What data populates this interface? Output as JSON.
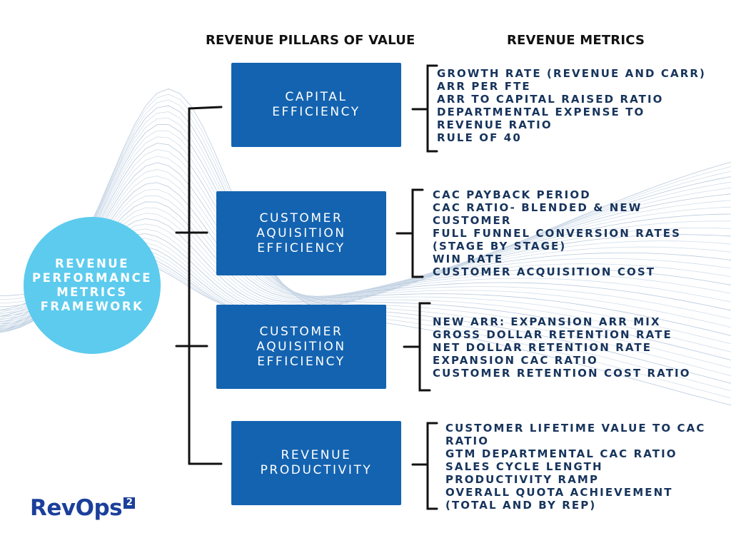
{
  "headers": {
    "pillars": "REVENUE PILLARS OF VALUE",
    "metrics": "REVENUE METRICS"
  },
  "hub": {
    "label": "REVENUE\nPERFORMANCE\nMETRICS\nFRAMEWORK"
  },
  "pillars": [
    {
      "label": "CAPITAL\nEFFICIENCY",
      "metrics": [
        "GROWTH RATE (REVENUE AND CARR)",
        "ARR PER FTE",
        "ARR TO CAPITAL RAISED RATIO",
        "DEPARTMENTAL EXPENSE TO",
        "REVENUE RATIO",
        "RULE OF 40"
      ]
    },
    {
      "label": "CUSTOMER\nAQUISITION\nEFFICIENCY",
      "metrics": [
        "CAC PAYBACK PERIOD",
        "CAC RATIO- BLENDED & NEW",
        "CUSTOMER",
        "FULL FUNNEL CONVERSION RATES",
        "(STAGE BY STAGE)",
        "WIN RATE",
        "CUSTOMER ACQUISITION COST"
      ]
    },
    {
      "label": "CUSTOMER\nAQUISITION\nEFFICIENCY",
      "metrics": [
        "NEW ARR: EXPANSION ARR MIX",
        "GROSS DOLLAR RETENTION RATE",
        "NET DOLLAR RETENTION RATE",
        "EXPANSION CAC RATIO",
        "CUSTOMER RETENTION COST RATIO"
      ]
    },
    {
      "label": "REVENUE\nPRODUCTIVITY",
      "metrics": [
        "CUSTOMER LIFETIME VALUE TO CAC",
        "RATIO",
        "GTM DEPARTMENTAL CAC RATIO",
        "SALES CYCLE LENGTH",
        "PRODUCTIVITY RAMP",
        "OVERALL QUOTA ACHIEVEMENT",
        "(TOTAL AND BY REP)"
      ]
    }
  ],
  "logo": {
    "text": "RevOps",
    "superscript": "2"
  },
  "colors": {
    "hub": "#5ccbee",
    "pillar": "#1463b0",
    "metric_text": "#17345c",
    "logo": "#1b3f9a"
  }
}
